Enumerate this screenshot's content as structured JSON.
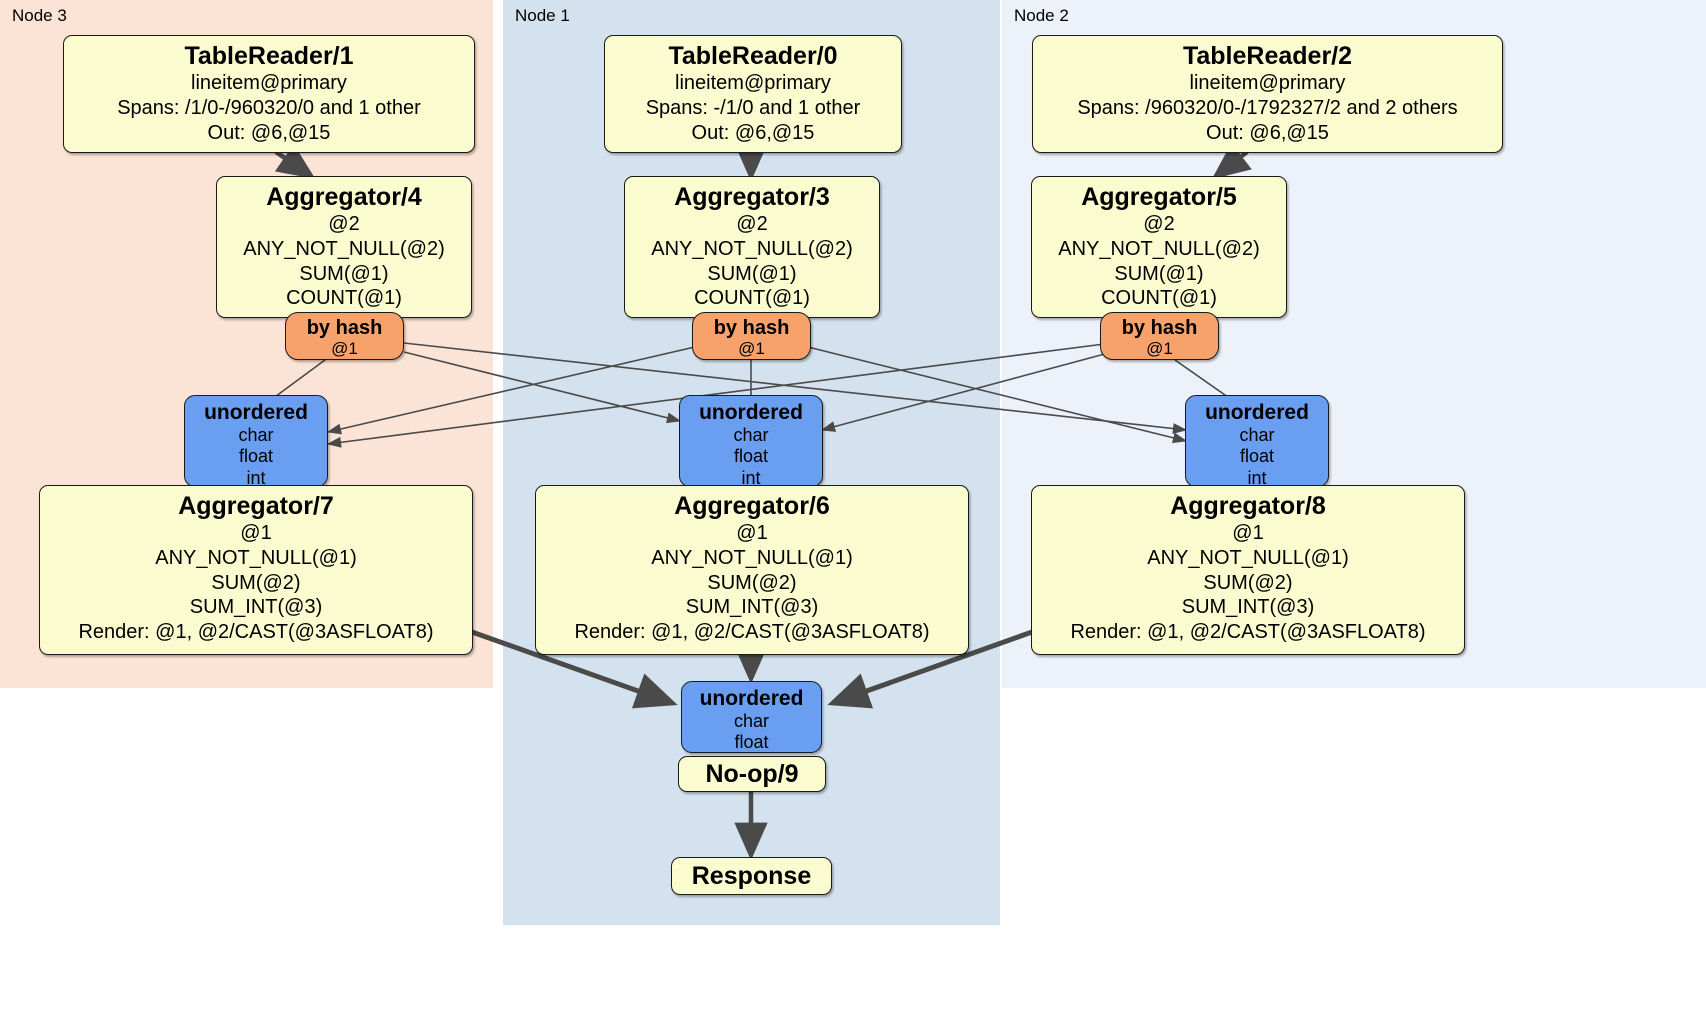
{
  "diagram": {
    "title": "Distributed SQL query plan",
    "colors": {
      "node3_panel": "#fbe3d5",
      "node1_panel": "#d3e2ee",
      "node2_panel": "#ecf1fa",
      "processor_fill": "#fbfbd0",
      "router_fill": "#f6a26a",
      "synchronizer_fill": "#6a9ef0",
      "edge_stroke": "#4a4a4a",
      "border": "#1a1a1a"
    }
  },
  "panels": [
    {
      "id": "node3",
      "label": "Node 3"
    },
    {
      "id": "node1",
      "label": "Node 1"
    },
    {
      "id": "node2",
      "label": "Node 2"
    }
  ],
  "table_readers": [
    {
      "title": "TableReader/1",
      "lines": [
        "lineitem@primary",
        "Spans: /1/0-/960320/0 and 1 other",
        "Out: @6,@15"
      ]
    },
    {
      "title": "TableReader/0",
      "lines": [
        "lineitem@primary",
        "Spans: -/1/0 and 1 other",
        "Out: @6,@15"
      ]
    },
    {
      "title": "TableReader/2",
      "lines": [
        "lineitem@primary",
        "Spans: /960320/0-/1792327/2 and 2 others",
        "Out: @6,@15"
      ]
    }
  ],
  "local_aggregators": [
    {
      "title": "Aggregator/4",
      "lines": [
        "@2",
        "ANY_NOT_NULL(@2)",
        "SUM(@1)",
        "COUNT(@1)"
      ]
    },
    {
      "title": "Aggregator/3",
      "lines": [
        "@2",
        "ANY_NOT_NULL(@2)",
        "SUM(@1)",
        "COUNT(@1)"
      ]
    },
    {
      "title": "Aggregator/5",
      "lines": [
        "@2",
        "ANY_NOT_NULL(@2)",
        "SUM(@1)",
        "COUNT(@1)"
      ]
    }
  ],
  "routers": [
    {
      "title": "by hash",
      "lines": [
        "@1"
      ]
    },
    {
      "title": "by hash",
      "lines": [
        "@1"
      ]
    },
    {
      "title": "by hash",
      "lines": [
        "@1"
      ]
    }
  ],
  "synchronizers": [
    {
      "title": "unordered",
      "lines": [
        "char",
        "float",
        "int"
      ]
    },
    {
      "title": "unordered",
      "lines": [
        "char",
        "float",
        "int"
      ]
    },
    {
      "title": "unordered",
      "lines": [
        "char",
        "float",
        "int"
      ]
    }
  ],
  "final_aggregators": [
    {
      "title": "Aggregator/7",
      "lines": [
        "@1",
        "ANY_NOT_NULL(@1)",
        "SUM(@2)",
        "SUM_INT(@3)",
        "Render: @1, @2/CAST(@3ASFLOAT8)"
      ]
    },
    {
      "title": "Aggregator/6",
      "lines": [
        "@1",
        "ANY_NOT_NULL(@1)",
        "SUM(@2)",
        "SUM_INT(@3)",
        "Render: @1, @2/CAST(@3ASFLOAT8)"
      ]
    },
    {
      "title": "Aggregator/8",
      "lines": [
        "@1",
        "ANY_NOT_NULL(@1)",
        "SUM(@2)",
        "SUM_INT(@3)",
        "Render: @1, @2/CAST(@3ASFLOAT8)"
      ]
    }
  ],
  "final_sync": {
    "title": "unordered",
    "lines": [
      "char",
      "float"
    ]
  },
  "noop": {
    "title": "No-op/9"
  },
  "response": {
    "title": "Response"
  }
}
